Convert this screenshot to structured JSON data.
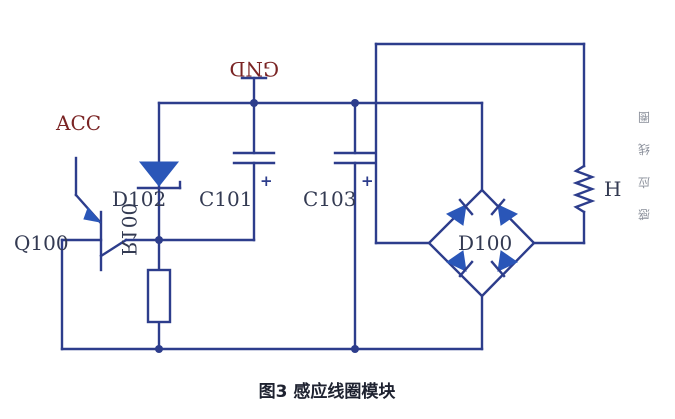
{
  "labels": {
    "acc": "ACC",
    "gnd": "GND",
    "q100": "Q100",
    "r100": "R100",
    "d102": "D102",
    "c101": "C101",
    "c103": "C103",
    "d100": "D100",
    "h": "H"
  },
  "polarity": {
    "c101": "+",
    "c103": "+"
  },
  "caption": "图3 感应线圈模块",
  "side_text": [
    "圈",
    "线",
    "应",
    "感"
  ]
}
